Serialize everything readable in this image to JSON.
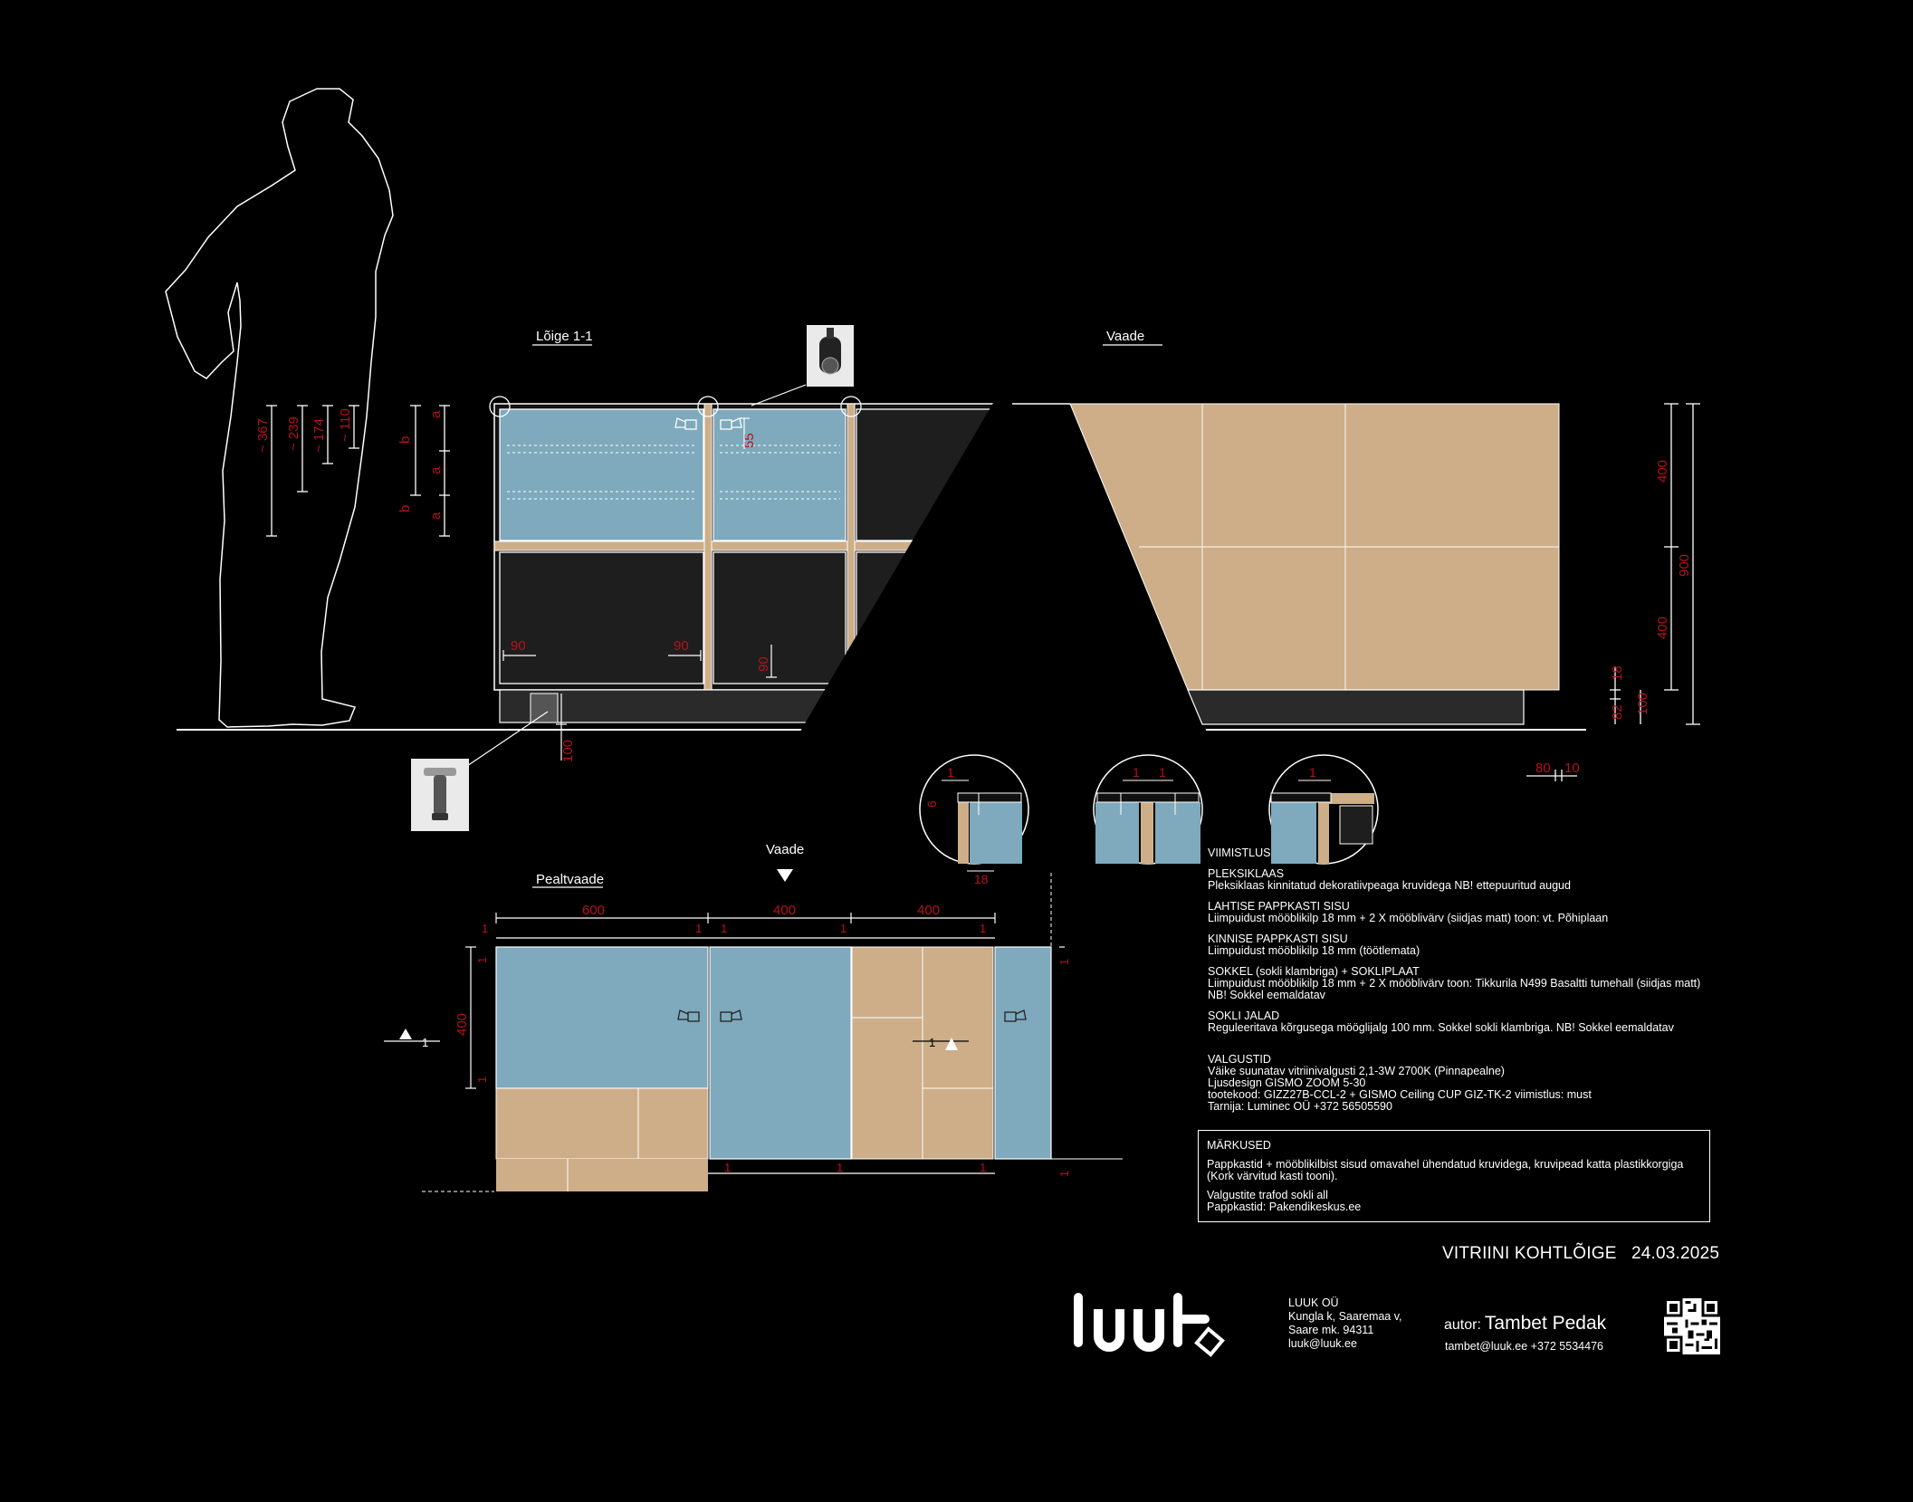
{
  "sections": {
    "section_label": "Lõige 1-1",
    "view_label": "Vaade",
    "top_view_label": "Pealtvaade",
    "top_view_arrow_label": "Vaade",
    "section_marker": "1",
    "section_marker_right": "1"
  },
  "person_dims": [
    "~ 367",
    "~ 239",
    "~ 174",
    "~ 110"
  ],
  "shelf_dims": {
    "b": "b",
    "a": "a"
  },
  "section_dims": {
    "light": "55",
    "d90_left": "90",
    "d90_mid": "90",
    "d90_vert": "90",
    "leg": "100"
  },
  "elevation_dims": {
    "upper": "400",
    "lower": "400",
    "total": "900",
    "d18": "18",
    "d82": "82",
    "d100": "100",
    "d80": "80",
    "d10": "10"
  },
  "detail_dims": {
    "d1_a": "1",
    "d6": "6",
    "d18": "18",
    "d2_a": "1",
    "d2_b": "1",
    "d3_a": "1"
  },
  "plan_dims": {
    "w600": "600",
    "w400a": "400",
    "w400b": "400",
    "depth": "400",
    "one": "1"
  },
  "finishes": {
    "heading": "VIIMISTLUS",
    "items": [
      {
        "title": "PLEKSIKLAAS",
        "lines": [
          "Pleksiklaas kinnitatud dekoratiivpeaga kruvidega  NB! ettepuuritud augud"
        ]
      },
      {
        "title": "LAHTISE PAPPKASTI SISU",
        "lines": [
          "Liimpuidust mööblikilp 18 mm + 2 X mööblivärv (siidjas matt)   toon: vt. Põhiplaan"
        ]
      },
      {
        "title": "KINNISE PAPPKASTI SISU",
        "lines": [
          "Liimpuidust mööblikilp 18 mm (töötlemata)"
        ]
      },
      {
        "title": "SOKKEL (sokli klambriga) + SOKLIPLAAT",
        "lines": [
          "Liimpuidust mööblikilp 18 mm + 2 X mööblivärv  toon: Tikkurila N499 Basaltti tumehall (siidjas matt)",
          "NB! Sokkel eemaldatav"
        ]
      },
      {
        "title": "SOKLI JALAD",
        "lines": [
          "Reguleeritava kõrgusega mööglijalg 100 mm. Sokkel sokli klambriga. NB! Sokkel eemaldatav"
        ]
      },
      {
        "title": "VALGUSTID",
        "lines": [
          "Väike suunatav vitriinivalgusti 2,1-3W 2700K  (Pinnapealne)",
          "Ljusdesign GISMO ZOOM 5-30",
          "tootekood: GIZZ27B-CCL-2 + GISMO Ceiling CUP GIZ-TK-2  viimistlus: must",
          "Tarnija: Luminec OÜ  +372 56505590"
        ]
      }
    ]
  },
  "remarks": {
    "heading": "MÄRKUSED",
    "p1": "Pappkastid + mööblikilbist sisud omavahel ühendatud kruvidega, kruvipead katta plastikkorgiga",
    "p1b": "(Kork värvitud kasti tooni).",
    "p2": "Valgustite trafod sokli all",
    "p3": "Pappkastid: Pakendikeskus.ee"
  },
  "title_block": {
    "title": "VITRIINI KOHTLÕIGE",
    "date": "24.03.2025",
    "company": [
      "LUUK OÜ",
      "Kungla k, Saaremaa v,",
      "Saare mk. 94311",
      "luuk@luuk.ee"
    ],
    "author_label": "autor:",
    "author_name": "Tambet Pedak",
    "contact": "tambet@luuk.ee  +372 5534476",
    "logo_text": "luuk"
  },
  "colors": {
    "background": "#000000",
    "plexi": "#7fa9bd",
    "cardboard": "#cdae88",
    "dark_box": "#1e1e1e",
    "dimension": "#b5121b",
    "line": "#ffffff"
  },
  "icons": [
    "person-silhouette-icon",
    "spotlight-photo-icon",
    "furniture-leg-photo-icon",
    "qr-code-icon",
    "luuk-logo-icon"
  ]
}
